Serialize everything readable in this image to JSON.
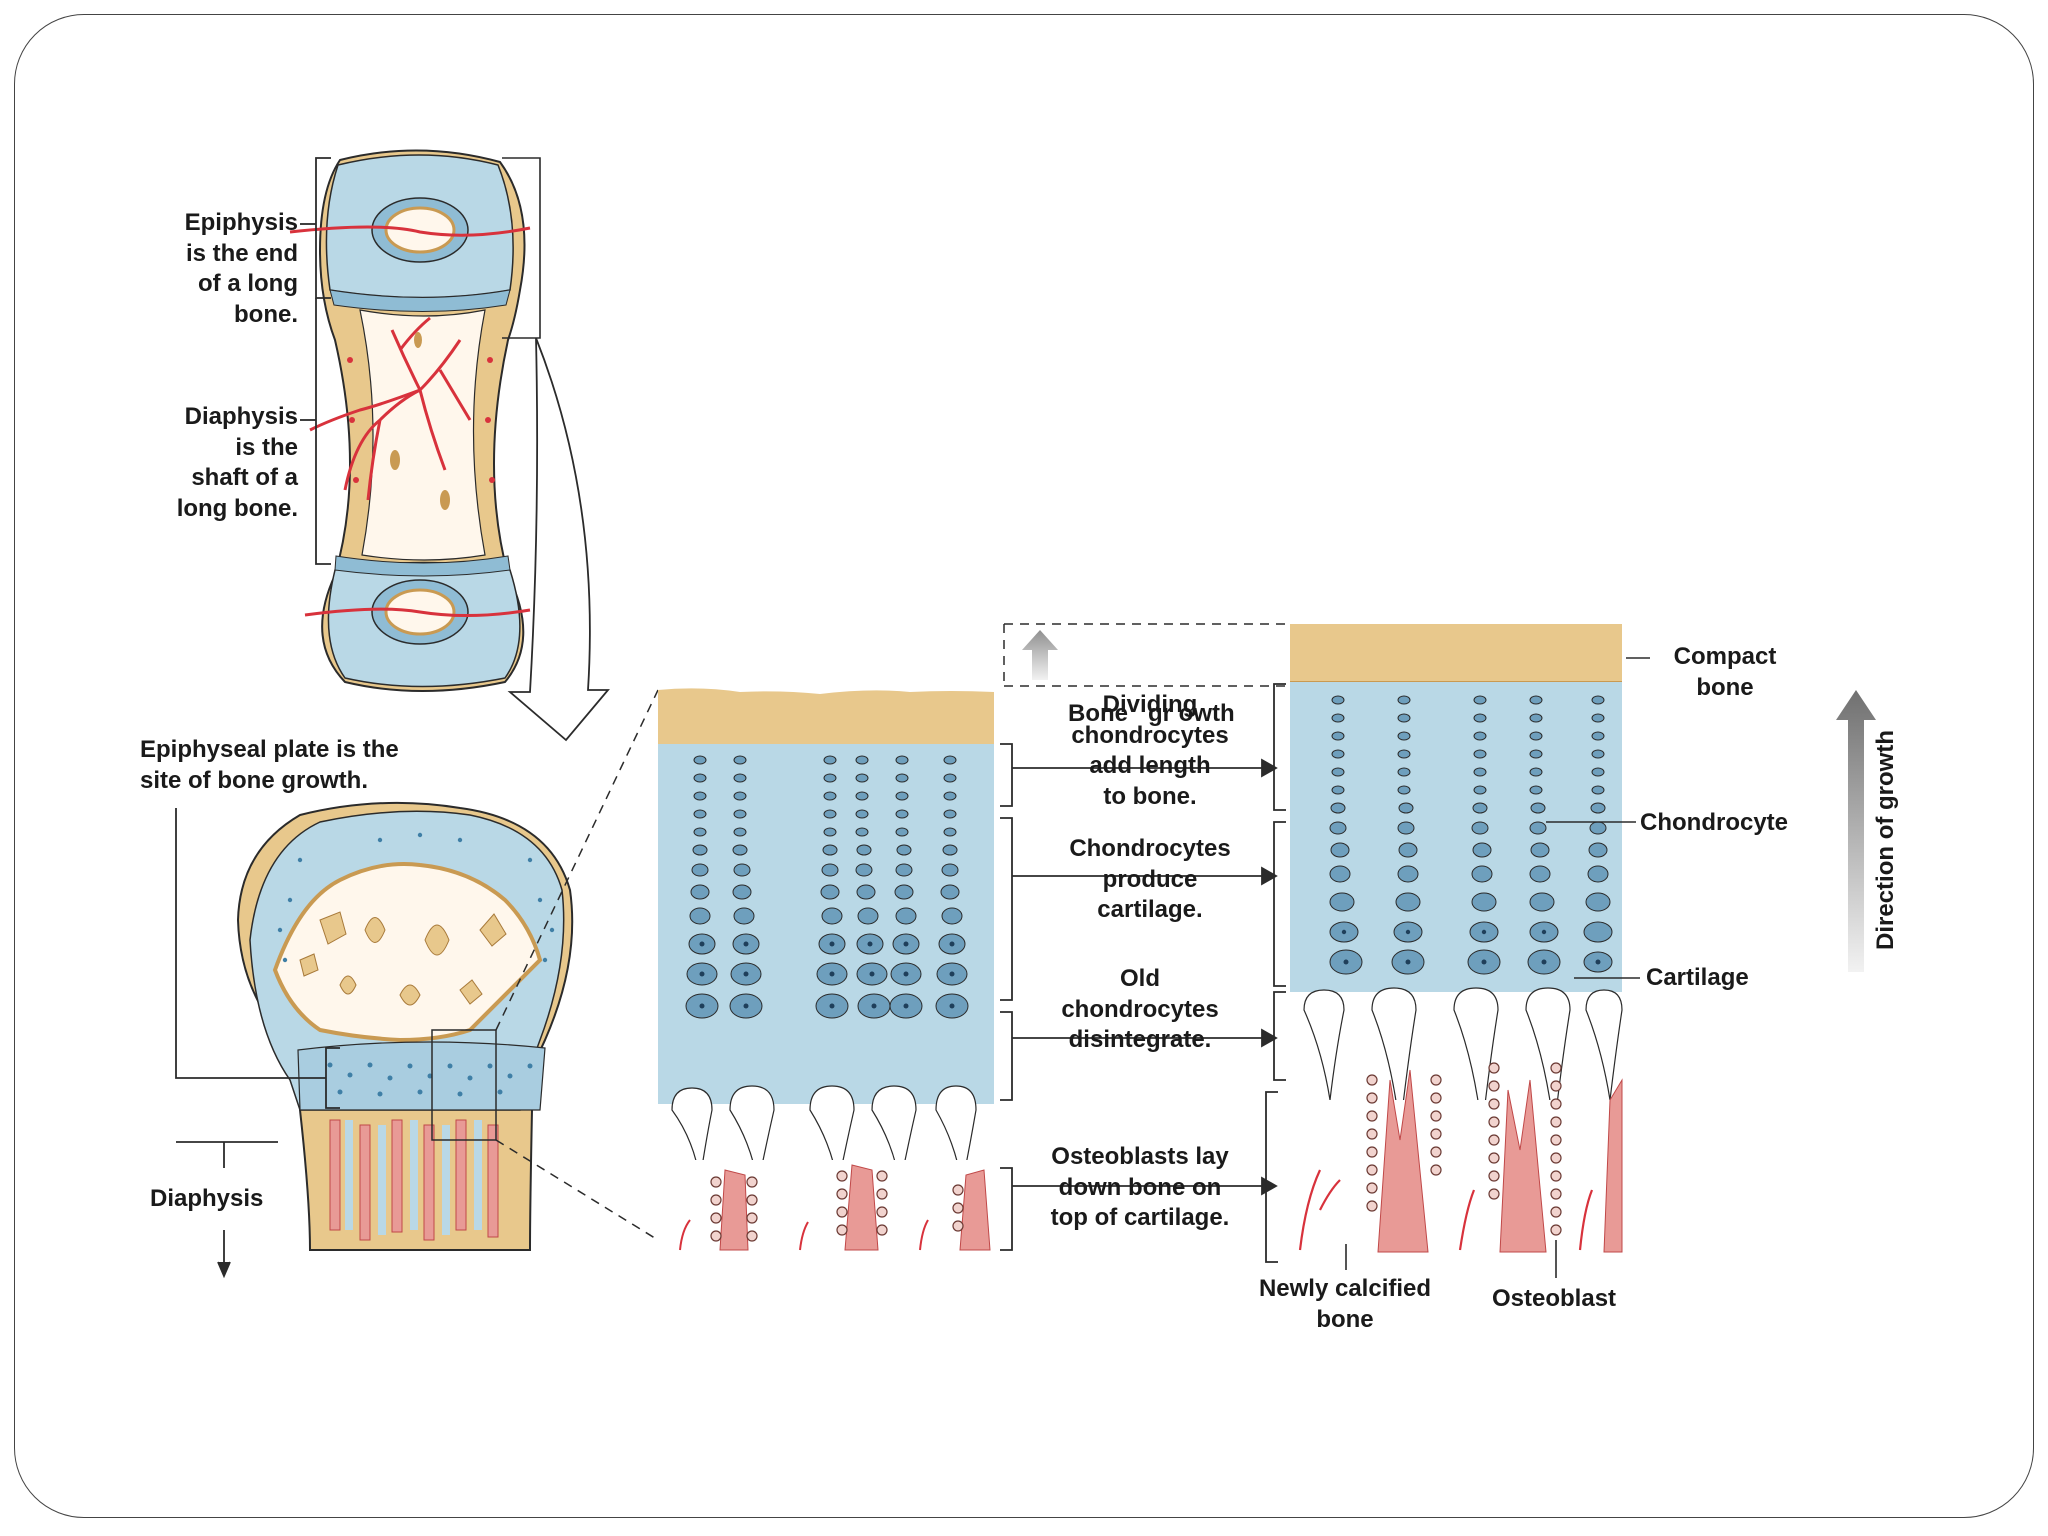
{
  "labels": {
    "epiphysis": [
      "Epiphysis",
      "is the end",
      "of a long",
      "bone."
    ],
    "diaphysis_desc": [
      "Diaphysis",
      "is the",
      "shaft of a",
      "long bone."
    ],
    "epiphyseal_plate": [
      "Epiphyseal plate is the",
      "site of bone growth."
    ],
    "diaphysis": "Diaphysis",
    "bone_growth": "Bone   gr owth",
    "dividing": [
      "Dividing",
      "chondrocytes",
      "add length",
      "to bone."
    ],
    "produce": [
      "Chondrocytes",
      "produce",
      "cartilage."
    ],
    "old": [
      "Old",
      "chondrocytes",
      "disintegrate."
    ],
    "osteoblasts_lay": [
      "Osteoblasts lay",
      "down bone on",
      "top of cartilage."
    ],
    "compact_bone": [
      "Compact",
      "bone"
    ],
    "chondrocyte": "Chondrocyte",
    "cartilage": "Cartilage",
    "newly_calcified": [
      "Newly calcified",
      "bone"
    ],
    "osteoblast": "Osteoblast",
    "direction": "Direction of growth"
  },
  "colors": {
    "cartilage": "#b9d8e6",
    "bone": "#e8c88c",
    "blood": "#d8323c",
    "calcified": "#e89a96",
    "cell": "#3f7fa6",
    "outline": "#2b2b2b"
  }
}
